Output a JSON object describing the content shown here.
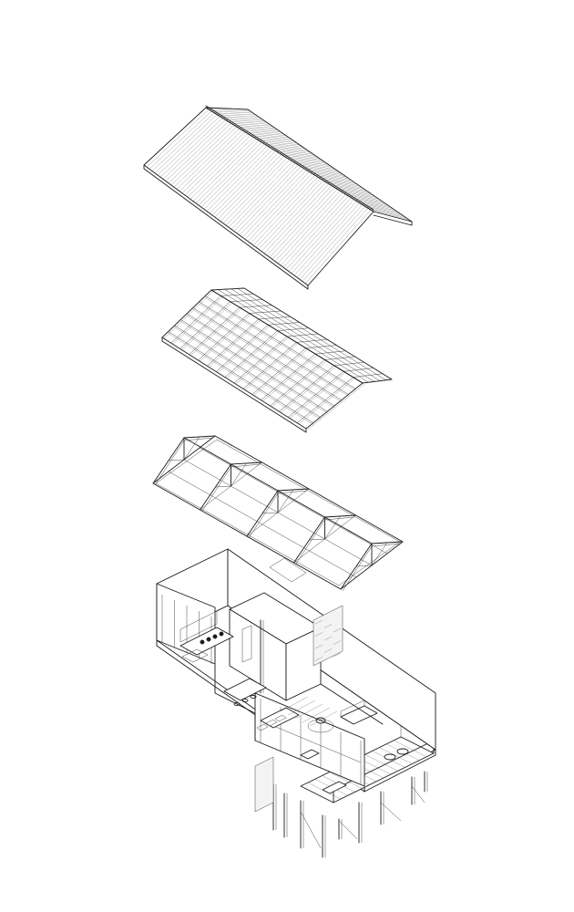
{
  "diagram": {
    "type": "exploded-axonometric",
    "layers": [
      {
        "id": "roof-cladding",
        "order": 1
      },
      {
        "id": "roof-battens-purlins",
        "order": 2
      },
      {
        "id": "roof-trusses",
        "order": 3
      },
      {
        "id": "cabin-floor-plan-with-deck",
        "order": 4
      }
    ],
    "colors": {
      "background": "#ffffff",
      "line": "#1a1a1a"
    }
  }
}
